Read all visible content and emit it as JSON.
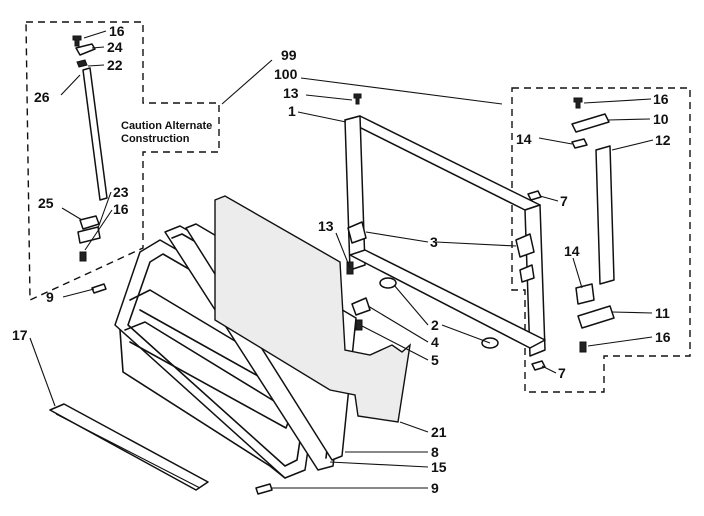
{
  "note": {
    "line1": "Caution Alternate",
    "line2": "Construction"
  },
  "callouts": {
    "c1": "1",
    "c2": "2",
    "c3": "3",
    "c4": "4",
    "c5": "5",
    "c7a": "7",
    "c7b": "7",
    "c8": "8",
    "c9a": "9",
    "c9b": "9",
    "c10": "10",
    "c11": "11",
    "c12": "12",
    "c13a": "13",
    "c13b": "13",
    "c14a": "14",
    "c14b": "14",
    "c15": "15",
    "c16a": "16",
    "c16b": "16",
    "c16c": "16",
    "c16d": "16",
    "c17": "17",
    "c21": "21",
    "c22": "22",
    "c23": "23",
    "c24": "24",
    "c25": "25",
    "c26": "26",
    "c99": "99",
    "c100": "100"
  }
}
